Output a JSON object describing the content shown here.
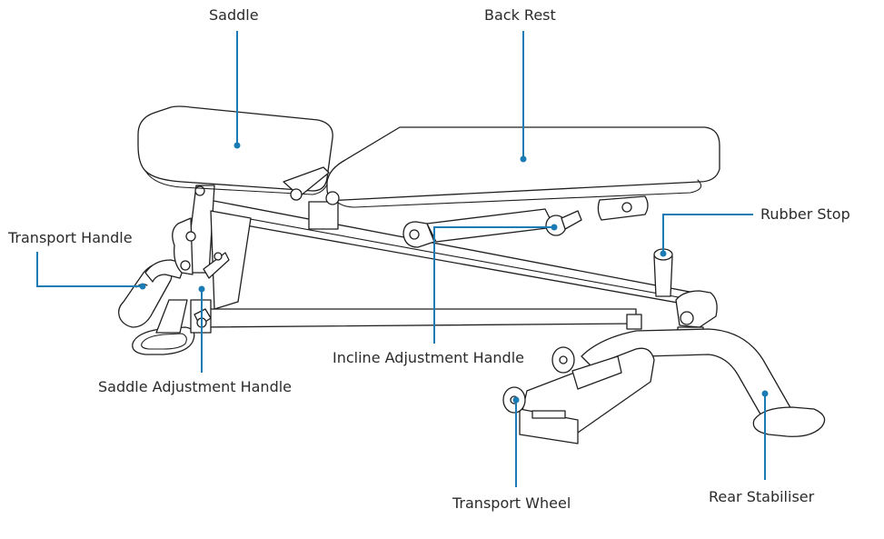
{
  "labels": {
    "saddle": "Saddle",
    "back_rest": "Back Rest",
    "rubber_stop": "Rubber Stop",
    "transport_handle": "Transport Handle",
    "incline_adjustment_handle": "Incline Adjustment Handle",
    "saddle_adjustment_handle": "Saddle Adjustment Handle",
    "transport_wheel": "Transport Wheel",
    "rear_stabiliser": "Rear Stabiliser"
  },
  "colors": {
    "leader_line": "#1a7bb5",
    "drawing_stroke": "#1f1f1f",
    "label_text": "#2b2b2b"
  }
}
